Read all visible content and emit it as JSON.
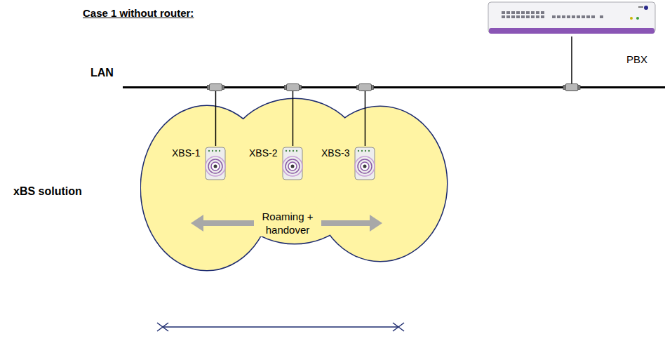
{
  "diagram": {
    "title": "Case 1 without router:",
    "nodes": [
      {
        "text": [
          "PBX"
        ]
      },
      {
        "text": [
          "LAN"
        ]
      },
      {
        "text": [
          "xBS solution"
        ]
      },
      {
        "text": [
          "XBS-1"
        ],
        "in": 2
      },
      {
        "text": [
          "XBS-2"
        ],
        "in": 2
      },
      {
        "text": [
          "XBS-3"
        ],
        "in": 2
      }
    ],
    "edges": [
      {
        "from": 3,
        "to": 1,
        "arrow": "none"
      },
      {
        "from": 4,
        "to": 1,
        "arrow": "none"
      },
      {
        "from": 5,
        "to": 1,
        "arrow": "none"
      },
      {
        "from": 0,
        "to": 1,
        "arrow": "none"
      }
    ],
    "labels": [
      "Roaming + handover"
    ]
  }
}
